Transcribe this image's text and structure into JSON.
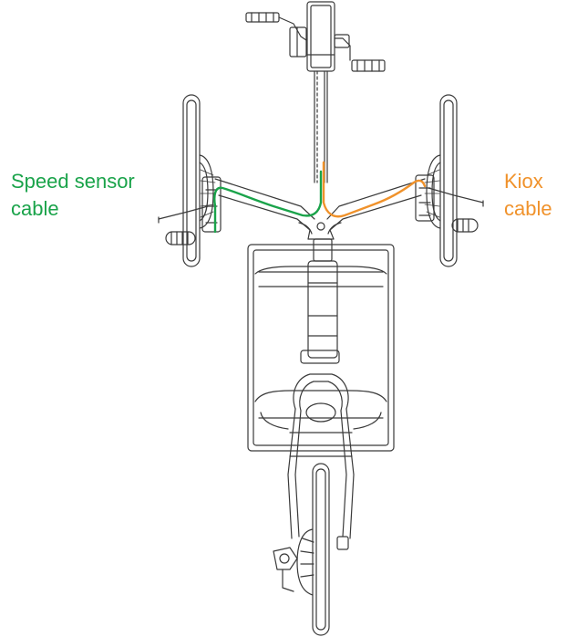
{
  "labels": {
    "speed_sensor": {
      "line1": "Speed sensor",
      "line2": "cable",
      "color": "#1aa34a"
    },
    "kiox": {
      "line1": "Kiox",
      "line2": "cable",
      "color": "#f0922b"
    }
  },
  "colors": {
    "drawing": "#3a3a3a",
    "background": "#ffffff"
  }
}
